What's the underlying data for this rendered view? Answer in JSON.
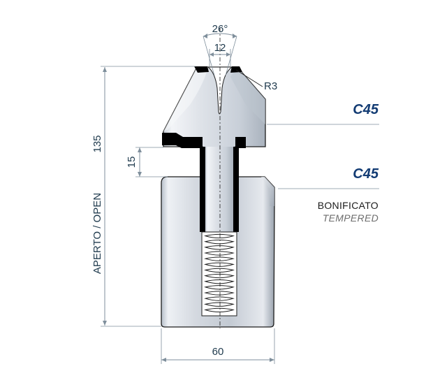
{
  "dimensions": {
    "angle": "26°",
    "opening": "12",
    "radius": "R3",
    "height": "135",
    "step": "15",
    "width": "60"
  },
  "labels": {
    "open": "APERTO / OPEN",
    "upper_material": "C45",
    "lower_material": "C45",
    "treatment": "BONIFICATO",
    "treatment_en": "TEMPERED"
  },
  "colors": {
    "outline": "#1d1d1d",
    "steel_light": "#f2f4f7",
    "steel_dark": "#9ea7b4",
    "dimension_line": "#7f8f9c",
    "material_text": "#123b73",
    "gasket": "#000000"
  }
}
